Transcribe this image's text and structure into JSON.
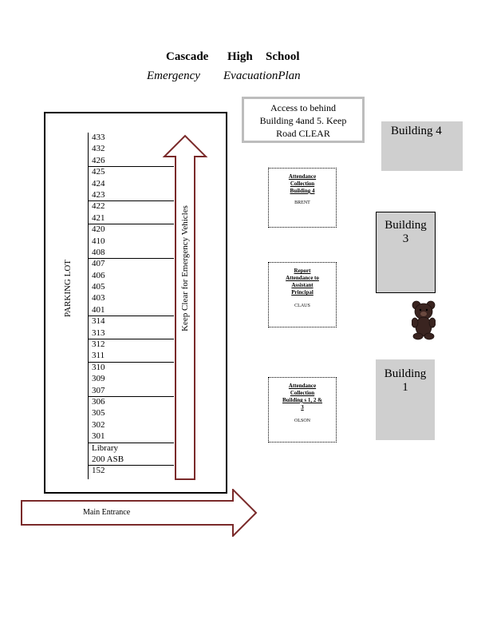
{
  "title": {
    "school": "Cascade High School",
    "school_parts": [
      "Cascade",
      "High",
      "School"
    ],
    "subtitle_parts": [
      "Emergency",
      "EvacuationPlan"
    ]
  },
  "parking_lot": {
    "label": "PARKING LOT",
    "rooms": [
      "433",
      "432",
      "426",
      "425",
      "424",
      "423",
      "422",
      "421",
      "420",
      "410",
      "408",
      "407",
      "406",
      "405",
      "403",
      "401",
      "314",
      "313",
      "312",
      "311",
      "310",
      "309",
      "307",
      "306",
      "305",
      "302",
      "301",
      "Library",
      "200 ASB",
      "152"
    ],
    "lane_label": "Keep Clear for Emergency Vehicles"
  },
  "access_note": {
    "line1": "Access to behind",
    "line2": "Building 4and 5. Keep",
    "line3": "Road CLEAR"
  },
  "stations": [
    {
      "lines": [
        "Attendance",
        "Collection",
        "Building 4"
      ],
      "person": "BRENT"
    },
    {
      "lines": [
        "Report",
        "Attendance to",
        "Assistant",
        "Principal"
      ],
      "person": "CLAUS"
    },
    {
      "lines": [
        "Attendance",
        "Collection",
        "Building s 1, 2 &",
        "3"
      ],
      "person": "OLSON"
    }
  ],
  "buildings": {
    "b4": {
      "label": "Building 4"
    },
    "b3": {
      "label": "Building",
      "number": "3"
    },
    "b1": {
      "label": "Building",
      "number": "1"
    }
  },
  "entrance": {
    "label": "Main Entrance"
  },
  "colors": {
    "arrow_stroke": "#7a2a2a",
    "building_fill": "#cfcfcf",
    "access_border": "#bdbdbd",
    "bear": "#3a2420"
  }
}
